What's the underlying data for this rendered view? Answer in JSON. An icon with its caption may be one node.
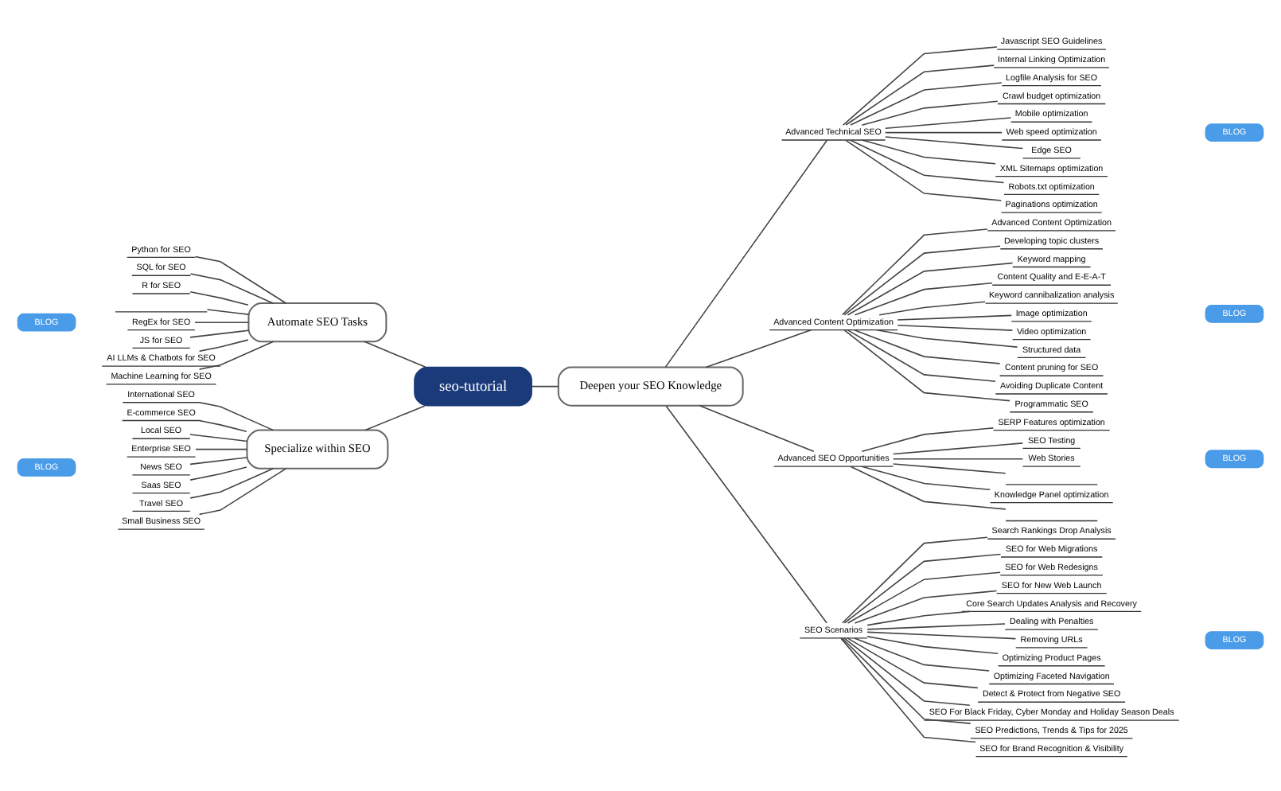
{
  "diagram": {
    "nodes": [
      {
        "text": [
          "seo-tutorial"
        ]
      },
      {
        "text": [
          "Automate SEO Tasks"
        ]
      },
      {
        "text": [
          "Specialize within SEO"
        ]
      },
      {
        "text": [
          "Deepen your SEO Knowledge"
        ]
      },
      {
        "text": [
          "Python for SEO"
        ]
      },
      {
        "text": [
          "SQL for SEO"
        ]
      },
      {
        "text": [
          "R for SEO"
        ]
      },
      {
        "text": [],
        "shape": "box"
      },
      {
        "text": [
          "RegEx for SEO"
        ]
      },
      {
        "text": [
          "JS for SEO"
        ]
      },
      {
        "text": [
          "AI LLMs & Chatbots for SEO"
        ]
      },
      {
        "text": [
          "Machine Learning for SEO"
        ]
      },
      {
        "text": [
          "International SEO"
        ]
      },
      {
        "text": [
          "E-commerce SEO"
        ]
      },
      {
        "text": [
          "Local SEO"
        ]
      },
      {
        "text": [
          "Enterprise SEO"
        ]
      },
      {
        "text": [
          "News SEO"
        ]
      },
      {
        "text": [
          "Saas SEO"
        ]
      },
      {
        "text": [
          "Travel SEO"
        ]
      },
      {
        "text": [
          "Small Business SEO"
        ]
      },
      {
        "text": [
          "Advanced Technical SEO"
        ]
      },
      {
        "text": [
          "Advanced Content Optimization"
        ]
      },
      {
        "text": [
          "Advanced SEO Opportunities"
        ]
      },
      {
        "text": [
          "SEO Scenarios"
        ]
      },
      {
        "text": [
          "Javascript SEO Guidelines"
        ]
      },
      {
        "text": [
          "Internal Linking Optimization"
        ]
      },
      {
        "text": [
          "Logfile Analysis for SEO"
        ]
      },
      {
        "text": [
          "Crawl budget optimization"
        ]
      },
      {
        "text": [
          "Mobile optimization"
        ]
      },
      {
        "text": [
          "Web speed optimization"
        ]
      },
      {
        "text": [
          "Edge SEO"
        ]
      },
      {
        "text": [
          "XML Sitemaps optimization"
        ]
      },
      {
        "text": [
          "Robots.txt optimization"
        ]
      },
      {
        "text": [
          "Paginations optimization"
        ]
      },
      {
        "text": [
          "Advanced Content Optimization"
        ]
      },
      {
        "text": [
          "Developing topic clusters"
        ]
      },
      {
        "text": [
          "Keyword mapping"
        ]
      },
      {
        "text": [
          "Content Quality and E-E-A-T"
        ]
      },
      {
        "text": [
          "Keyword cannibalization analysis"
        ]
      },
      {
        "text": [
          "Image optimization"
        ]
      },
      {
        "text": [
          "Video optimization"
        ]
      },
      {
        "text": [
          "Structured data"
        ]
      },
      {
        "text": [
          "Content pruning for SEO"
        ]
      },
      {
        "text": [
          "Avoiding Duplicate Content"
        ]
      },
      {
        "text": [
          "Programmatic SEO"
        ]
      },
      {
        "text": [
          "SERP Features optimization"
        ]
      },
      {
        "text": [
          "SEO Testing"
        ]
      },
      {
        "text": [
          "Web Stories"
        ]
      },
      {
        "text": [],
        "shape": "box"
      },
      {
        "text": [
          "Knowledge Panel optimization"
        ]
      },
      {
        "text": [],
        "shape": "box"
      },
      {
        "text": [
          "Search Rankings Drop Analysis"
        ]
      },
      {
        "text": [
          "SEO for Web Migrations"
        ]
      },
      {
        "text": [
          "SEO for Web Redesigns"
        ]
      },
      {
        "text": [
          "SEO for New Web Launch"
        ]
      },
      {
        "text": [
          "Core Search Updates Analysis and Recovery"
        ]
      },
      {
        "text": [
          "Dealing with Penalties"
        ]
      },
      {
        "text": [
          "Removing URLs"
        ]
      },
      {
        "text": [
          "Optimizing Product Pages"
        ]
      },
      {
        "text": [
          "Optimizing Faceted Navigation"
        ]
      },
      {
        "text": [
          "Detect & Protect from Negative SEO"
        ]
      },
      {
        "text": [
          "SEO For Black Friday, Cyber Monday and Holiday Season Deals"
        ]
      },
      {
        "text": [
          "SEO Predictions, Trends & Tips for 2025"
        ]
      },
      {
        "text": [
          "SEO for Brand Recognition & Visibility"
        ]
      },
      {
        "text": [
          "BLOG"
        ]
      },
      {
        "text": [
          "BLOG"
        ]
      },
      {
        "text": [
          "BLOG"
        ]
      },
      {
        "text": [
          "BLOG"
        ]
      },
      {
        "text": [
          "BLOG"
        ]
      },
      {
        "text": [
          "BLOG"
        ]
      }
    ],
    "edges": [
      {
        "from": 0,
        "to": 1,
        "arrow": "none"
      },
      {
        "from": 0,
        "to": 2,
        "arrow": "none"
      },
      {
        "from": 0,
        "to": 3,
        "arrow": "none"
      },
      {
        "from": 1,
        "to": 4,
        "arrow": "none"
      },
      {
        "from": 1,
        "to": 5,
        "arrow": "none"
      },
      {
        "from": 1,
        "to": 6,
        "arrow": "none"
      },
      {
        "from": 1,
        "to": 7,
        "arrow": "none"
      },
      {
        "from": 1,
        "to": 8,
        "arrow": "none"
      },
      {
        "from": 1,
        "to": 9,
        "arrow": "none"
      },
      {
        "from": 1,
        "to": 10,
        "arrow": "none"
      },
      {
        "from": 1,
        "to": 11,
        "arrow": "none"
      },
      {
        "from": 2,
        "to": 12,
        "arrow": "none"
      },
      {
        "from": 2,
        "to": 13,
        "arrow": "none"
      },
      {
        "from": 2,
        "to": 14,
        "arrow": "none"
      },
      {
        "from": 2,
        "to": 15,
        "arrow": "none"
      },
      {
        "from": 2,
        "to": 16,
        "arrow": "none"
      },
      {
        "from": 2,
        "to": 17,
        "arrow": "none"
      },
      {
        "from": 2,
        "to": 18,
        "arrow": "none"
      },
      {
        "from": 2,
        "to": 19,
        "arrow": "none"
      },
      {
        "from": 3,
        "to": 20,
        "arrow": "none"
      },
      {
        "from": 3,
        "to": 21,
        "arrow": "none"
      },
      {
        "from": 3,
        "to": 22,
        "arrow": "none"
      },
      {
        "from": 3,
        "to": 23,
        "arrow": "none"
      },
      {
        "from": 20,
        "to": 24,
        "arrow": "none"
      },
      {
        "from": 20,
        "to": 25,
        "arrow": "none"
      },
      {
        "from": 20,
        "to": 26,
        "arrow": "none"
      },
      {
        "from": 20,
        "to": 27,
        "arrow": "none"
      },
      {
        "from": 20,
        "to": 28,
        "arrow": "none"
      },
      {
        "from": 20,
        "to": 29,
        "arrow": "none"
      },
      {
        "from": 20,
        "to": 30,
        "arrow": "none"
      },
      {
        "from": 20,
        "to": 31,
        "arrow": "none"
      },
      {
        "from": 20,
        "to": 32,
        "arrow": "none"
      },
      {
        "from": 20,
        "to": 33,
        "arrow": "none"
      },
      {
        "from": 21,
        "to": 34,
        "arrow": "none"
      },
      {
        "from": 21,
        "to": 35,
        "arrow": "none"
      },
      {
        "from": 21,
        "to": 36,
        "arrow": "none"
      },
      {
        "from": 21,
        "to": 37,
        "arrow": "none"
      },
      {
        "from": 21,
        "to": 38,
        "arrow": "none"
      },
      {
        "from": 21,
        "to": 39,
        "arrow": "none"
      },
      {
        "from": 21,
        "to": 40,
        "arrow": "none"
      },
      {
        "from": 21,
        "to": 41,
        "arrow": "none"
      },
      {
        "from": 21,
        "to": 42,
        "arrow": "none"
      },
      {
        "from": 21,
        "to": 43,
        "arrow": "none"
      },
      {
        "from": 21,
        "to": 44,
        "arrow": "none"
      },
      {
        "from": 22,
        "to": 45,
        "arrow": "none"
      },
      {
        "from": 22,
        "to": 46,
        "arrow": "none"
      },
      {
        "from": 22,
        "to": 47,
        "arrow": "none"
      },
      {
        "from": 22,
        "to": 48,
        "arrow": "none"
      },
      {
        "from": 22,
        "to": 49,
        "arrow": "none"
      },
      {
        "from": 22,
        "to": 50,
        "arrow": "none"
      },
      {
        "from": 23,
        "to": 51,
        "arrow": "none"
      },
      {
        "from": 23,
        "to": 52,
        "arrow": "none"
      },
      {
        "from": 23,
        "to": 53,
        "arrow": "none"
      },
      {
        "from": 23,
        "to": 54,
        "arrow": "none"
      },
      {
        "from": 23,
        "to": 55,
        "arrow": "none"
      },
      {
        "from": 23,
        "to": 56,
        "arrow": "none"
      },
      {
        "from": 23,
        "to": 57,
        "arrow": "none"
      },
      {
        "from": 23,
        "to": 58,
        "arrow": "none"
      },
      {
        "from": 23,
        "to": 59,
        "arrow": "none"
      },
      {
        "from": 23,
        "to": 60,
        "arrow": "none"
      },
      {
        "from": 23,
        "to": 61,
        "arrow": "none"
      },
      {
        "from": 23,
        "to": 62,
        "arrow": "none"
      },
      {
        "from": 23,
        "to": 63,
        "arrow": "none"
      }
    ]
  }
}
